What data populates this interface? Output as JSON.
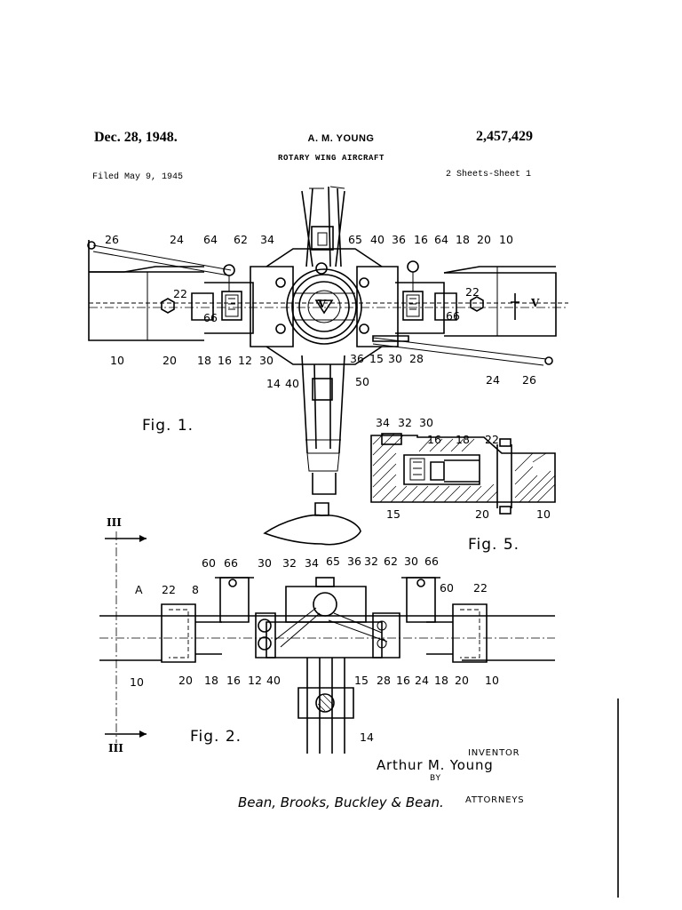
{
  "header": {
    "date": "Dec. 28, 1948.",
    "inventor_name": "A. M. YOUNG",
    "patent_number": "2,457,429",
    "title": "ROTARY WING AIRCRAFT",
    "filed": "Filed May 9, 1945",
    "sheets": "2 Sheets-Sheet 1"
  },
  "figures": {
    "fig1": {
      "caption": "Fig. 1.",
      "top_labels": [
        "26",
        "24",
        "64",
        "62",
        "34",
        "65",
        "40",
        "36",
        "16",
        "64",
        "18",
        "20",
        "10"
      ],
      "side_labels": [
        "22",
        "66",
        "22",
        "66",
        "V",
        "V"
      ],
      "bottom_labels": [
        "10",
        "20",
        "18",
        "16",
        "12",
        "30",
        "36",
        "15",
        "30",
        "28",
        "14",
        "40",
        "50",
        "24",
        "26"
      ]
    },
    "fig5": {
      "caption": "Fig. 5.",
      "labels": [
        "34",
        "32",
        "30",
        "16",
        "18",
        "22",
        "15",
        "20",
        "10"
      ]
    },
    "fig2": {
      "caption": "Fig. 2.",
      "section_marks": [
        "III",
        "III"
      ],
      "top_labels": [
        "60",
        "66",
        "30",
        "32",
        "34",
        "65",
        "36",
        "32",
        "62",
        "30",
        "66",
        "60",
        "22",
        "A",
        "22",
        "8"
      ],
      "bottom_labels": [
        "10",
        "20",
        "18",
        "16",
        "12",
        "40",
        "15",
        "28",
        "16",
        "24",
        "18",
        "20",
        "10",
        "14"
      ]
    }
  },
  "signature": {
    "inventor_label": "INVENTOR",
    "inventor": "Arthur M. Young",
    "by": "BY",
    "firm": "Bean, Brooks, Buckley & Bean.",
    "attorneys_label": "ATTORNEYS"
  }
}
